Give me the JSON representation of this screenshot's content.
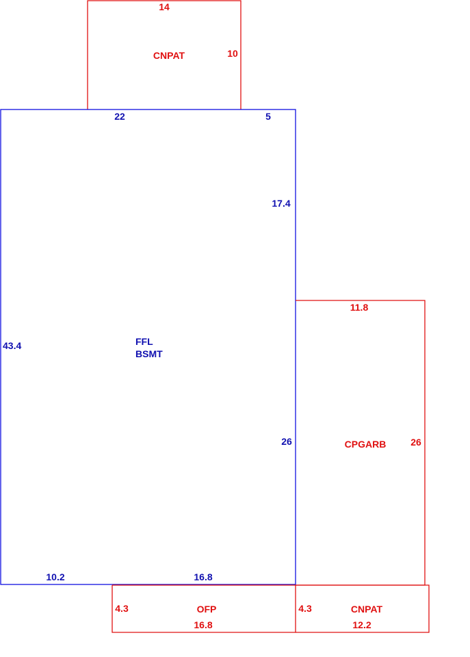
{
  "colors": {
    "main": "#1010b0",
    "addition": "#e01010"
  },
  "areas": {
    "main": {
      "line1": "FFL",
      "line2": "BSMT",
      "dims": {
        "top_left": "22",
        "top_right": "5",
        "right_upper": "17.4",
        "left": "43.4",
        "right_lower": "26",
        "bottom_left": "10.2",
        "bottom_right": "16.8"
      }
    },
    "cnpat_top": {
      "label": "CNPAT",
      "dims": {
        "top": "14",
        "right": "10"
      }
    },
    "cpgarb": {
      "label": "CPGARB",
      "dims": {
        "top": "11.8",
        "right": "26"
      }
    },
    "ofp": {
      "label": "OFP",
      "dims": {
        "left": "4.3",
        "bottom": "16.8"
      }
    },
    "cnpat_bottom": {
      "label": "CNPAT",
      "dims": {
        "left": "4.3",
        "bottom": "12.2"
      }
    }
  }
}
